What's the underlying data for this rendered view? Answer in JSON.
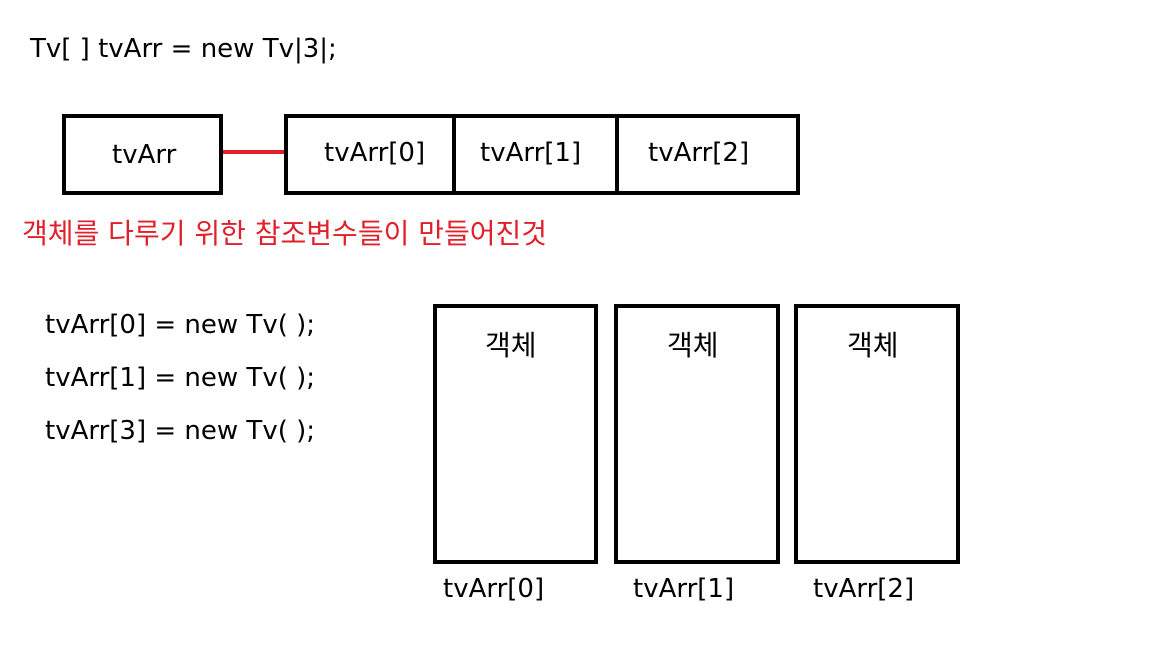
{
  "declaration": "Tv[ ] tvArr = new Tv|3|;",
  "reference": {
    "name": "tvArr"
  },
  "array_cells": [
    "tvArr[0]",
    "tvArr[1]",
    "tvArr[2]"
  ],
  "note": "객체를 다루기 위한 참조변수들이 만들어진것",
  "assignments": [
    "tvArr[0]  =  new Tv( );",
    "tvArr[1]  =  new Tv( );",
    "tvArr[3]  =  new Tv( );"
  ],
  "objects": [
    {
      "label": "객체",
      "caption": "tvArr[0]"
    },
    {
      "label": "객체",
      "caption": "tvArr[1]"
    },
    {
      "label": "객체",
      "caption": "tvArr[2]"
    }
  ],
  "colors": {
    "accent": "#e0202a",
    "stroke": "#000000"
  }
}
